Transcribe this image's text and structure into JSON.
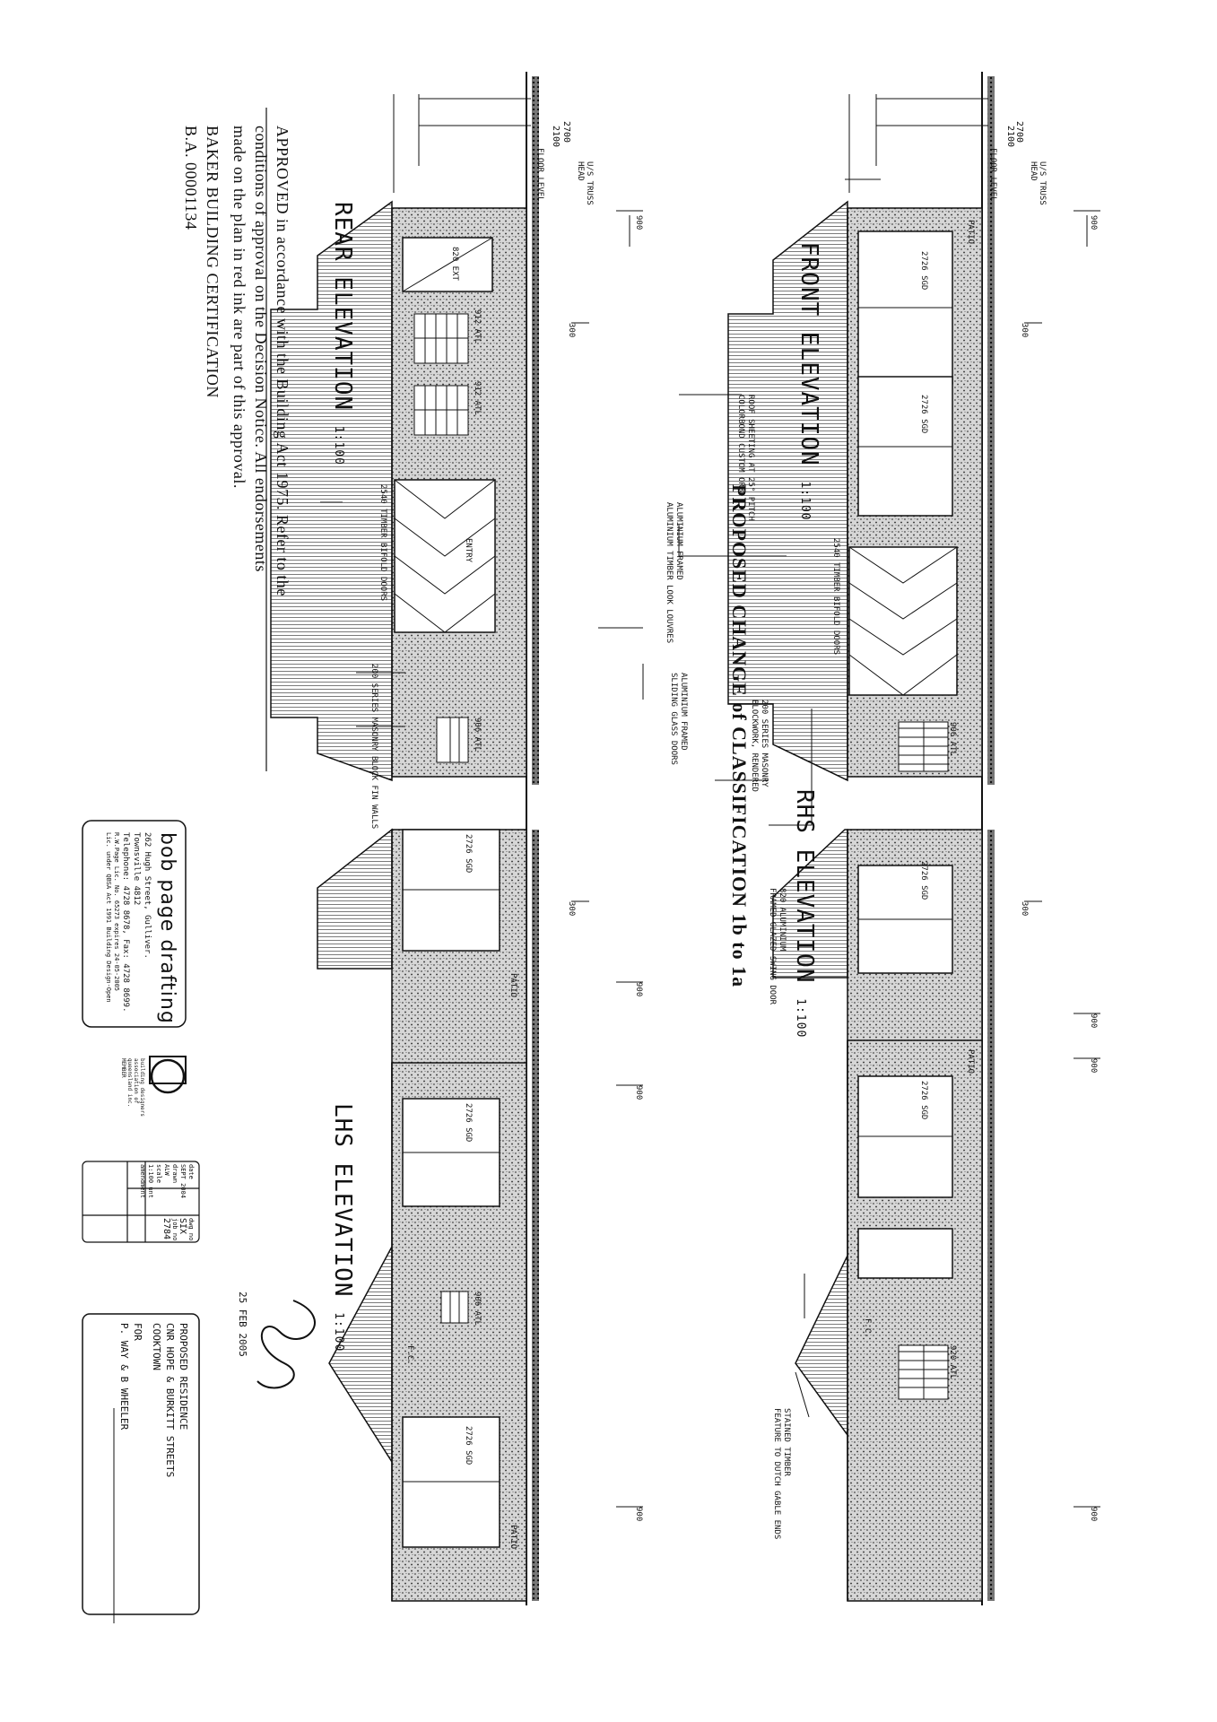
{
  "heading": "PROPOSED CHANGE of CLASSIFICATION 1b to 1a",
  "elevations": {
    "front": {
      "title": "FRONT ELEVATION",
      "scale": "1:100"
    },
    "rear": {
      "title": "REAR ELEVATION",
      "scale": "1:100"
    },
    "rhs": {
      "title": "RHS ELEVATION",
      "scale": "1:100"
    },
    "lhs": {
      "title": "LHS ELEVATION",
      "scale": "1:100"
    }
  },
  "dimensions": {
    "d2700": "2700",
    "d2100": "2100",
    "d900": "900",
    "d300": "300",
    "head": "HEAD",
    "floor_level": "FLOOR LEVEL",
    "us_truss": "U/S TRUSS"
  },
  "labels": {
    "patio": "PATIO",
    "sgd_front": "2726 SGD",
    "sgd_rear": "2726 SGD",
    "sgd_a": "2726 SGD",
    "sgd_b": "2726 SGD",
    "atl_a": "906 ATL",
    "atl_b": "912 ATL",
    "atl_c": "912 ATL",
    "atl_d": "906 ATL",
    "atl_e": "906 ATL",
    "atl_f": "920 ATL",
    "ext": "820 EXT",
    "entry": "ENTRY",
    "fc": "F.C.",
    "roof_sheeting": "ROOF SHEETING AT 25° PITCH",
    "colorbond": "COLORBOND CUSTOM ORB",
    "masonry_rendered_1": "200 SERIES MASONRY",
    "masonry_rendered_2": "BLOCKWORK, RENDERED",
    "timber_doors_front": "2540 TIMBER BIFOLD DOORS",
    "timber_doors_rear": "2540 TIMBER BIFOLD DOORS",
    "louvres_1": "ALUMINIUM FRAMED",
    "louvres_2": "ALUMINIUM TIMBER LOOK LOUVRES",
    "sliding_1": "ALUMINIUM FRAMED",
    "sliding_2": "SLIDING GLASS DOORS",
    "fin_walls": "200 SERIES MASONRY BLOCK FIN WALLS",
    "swing_1": "820 ALUMINIUM",
    "swing_2": "FRAMED GLAZED SWING DOOR",
    "gable_1": "STAINED TIMBER",
    "gable_2": "FEATURE TO DUTCH GABLE ENDS"
  },
  "approval": {
    "line1": "APPROVED in accordance with the Building Act 1975. Refer to the",
    "line2": "conditions of approval on the Decision Notice. All endorsements",
    "line3": "made on the plan in red ink are part of this approval.",
    "line4": "BAKER BUILDING CERTIFICATION",
    "line5": "B.A. 00001134"
  },
  "company": {
    "name": "bob page drafting",
    "address1": "262 Hugh Street,  Gulliver.",
    "address2": "Townsville 4812",
    "phone": "Telephone: 4728 8678,  Fax: 4728 8699.",
    "lic1": "R.W.Page Lic. No. 65273 expires 24-05-2005",
    "lic2": "Lic. under QBSA Act 1991 Building Design-Open"
  },
  "membership": {
    "line1": "building designers",
    "line2": "association of",
    "line3": "queensland inc.",
    "line4": "MEMBER"
  },
  "titleblock": {
    "date_label": "date",
    "date": "SEPT 2004",
    "drawn_label": "drawn",
    "drawn": "ALW",
    "scale_label": "scale",
    "scale": "1:100 unt",
    "amendment_label": "amendment",
    "dwg_label": "dwg no",
    "dwg": "SIX",
    "job_label": "job no",
    "job": "2784"
  },
  "project": {
    "line1": "PROPOSED RESIDENCE",
    "line2": "CNR HOPE & BURKITT STREETS",
    "line3": "COOKTOWN",
    "line4": "FOR",
    "line5": "P. WAY & B WHEELER"
  },
  "stamp_date": "25 FEB 2005",
  "colors": {
    "ink": "#111111",
    "hatch": "#555555",
    "paper": "#ffffff"
  }
}
